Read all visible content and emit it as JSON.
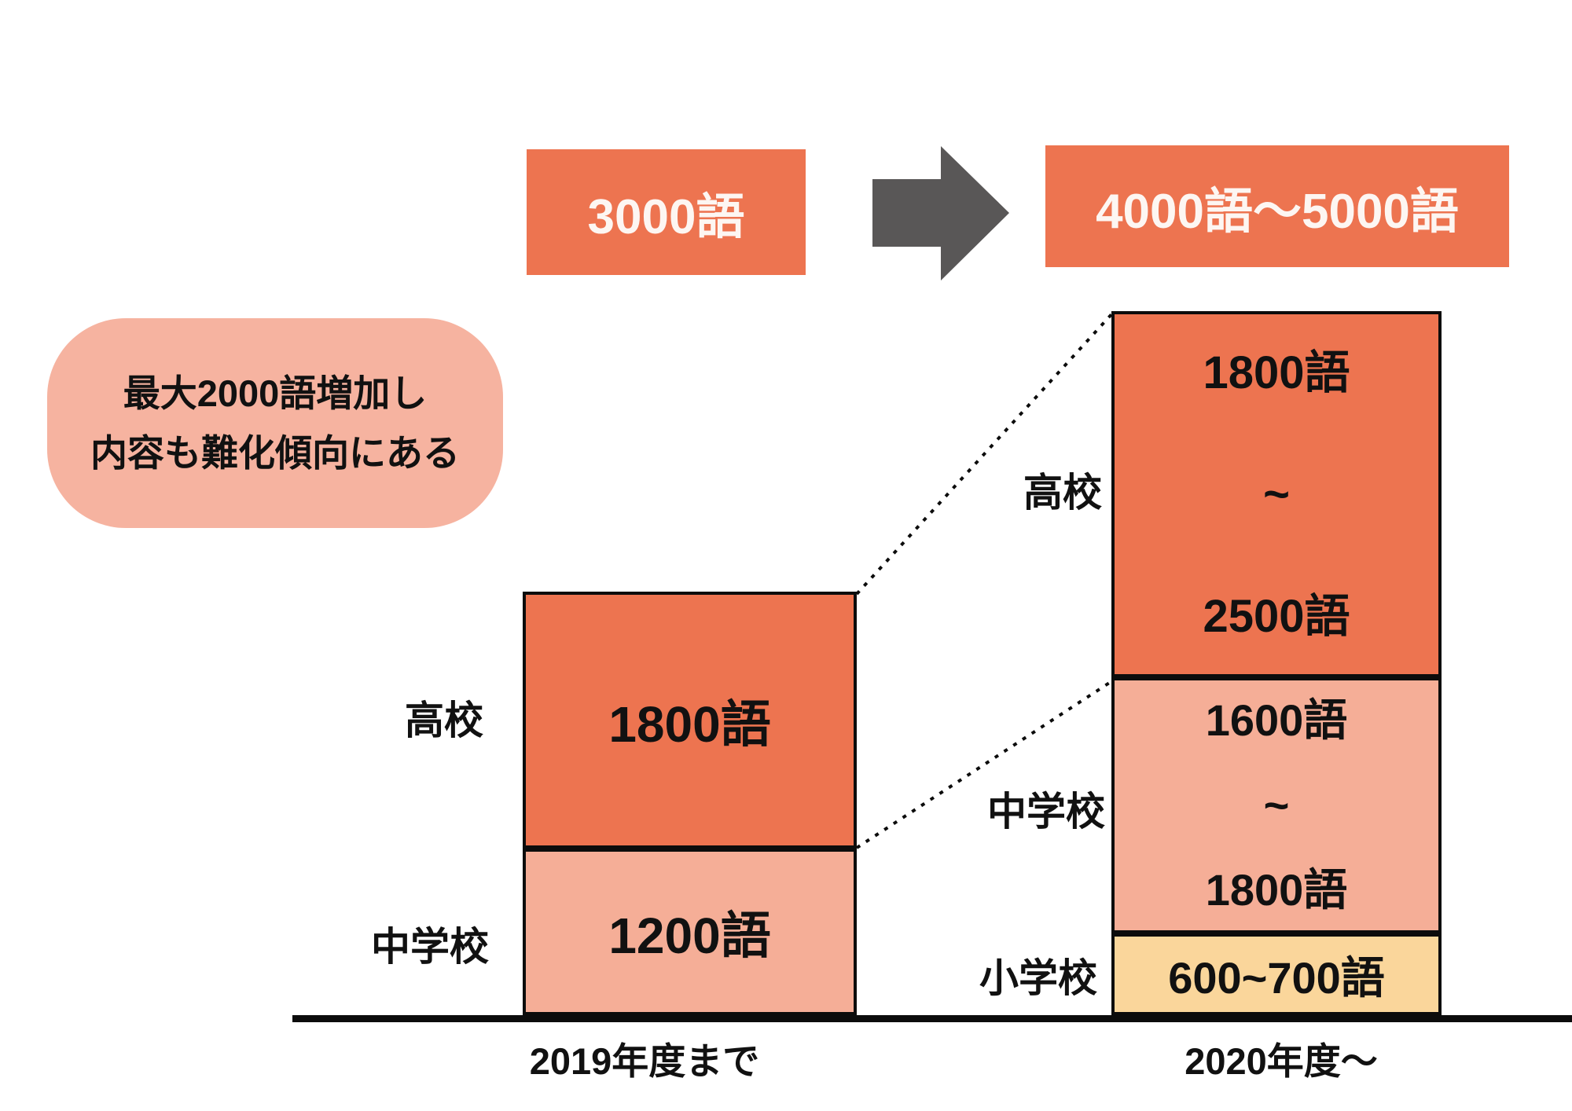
{
  "colors": {
    "orange": "#ED7450",
    "salmon": "#F5AE97",
    "pink": "#F6B3A0",
    "yellow": "#FAD69B",
    "arrow_gray": "#595757",
    "ink": "#0c0c0c"
  },
  "top_flow": {
    "before_label": "3000語",
    "after_label": "4000語〜5000語"
  },
  "callout": {
    "line1": "最大2000語増加し",
    "line2": "内容も難化傾向にある"
  },
  "bars": {
    "left": {
      "axis_label": "2019年度まで",
      "segments": [
        {
          "label": "高校",
          "value": "1800語"
        },
        {
          "label": "中学校",
          "value": "1200語"
        }
      ]
    },
    "right": {
      "axis_label": "2020年度〜",
      "segments": [
        {
          "label": "高校",
          "value_lines": [
            "1800語",
            "~",
            "2500語"
          ]
        },
        {
          "label": "中学校",
          "value_lines": [
            "1600語",
            "~",
            "1800語"
          ]
        },
        {
          "label": "小学校",
          "value": "600~700語"
        }
      ]
    }
  },
  "chart_data": {
    "type": "bar",
    "stacked": true,
    "categories": [
      "2019年度まで",
      "2020年度〜"
    ],
    "series": [
      {
        "name": "小学校",
        "values": [
          0,
          650
        ],
        "value_labels": [
          "",
          "600~700語"
        ],
        "color": "#FAD69B"
      },
      {
        "name": "中学校",
        "values": [
          1200,
          1700
        ],
        "value_labels": [
          "1200語",
          "1600語~1800語"
        ],
        "color": "#F5AE97"
      },
      {
        "name": "高校",
        "values": [
          1800,
          2150
        ],
        "value_labels": [
          "1800語",
          "1800語~2500語"
        ],
        "color": "#ED7450"
      }
    ],
    "totals_labels": [
      "3000語",
      "4000語〜5000語"
    ],
    "annotation": "最大2000語増加し内容も難化傾向にある",
    "legend_position": "left-of-segments",
    "grid": false,
    "unit": "語"
  }
}
